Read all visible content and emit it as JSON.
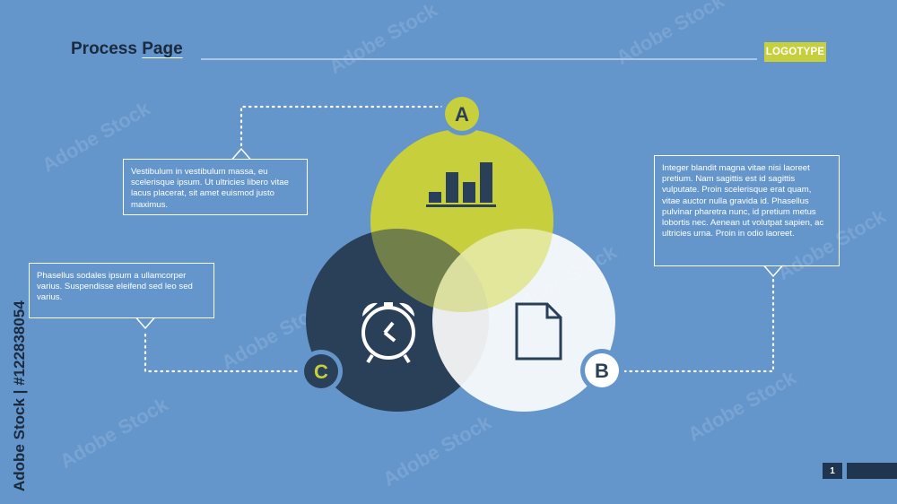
{
  "header": {
    "title_word1": "Process",
    "title_word2": "Page",
    "logotype": "LOGOTYPE"
  },
  "diagram": {
    "circle_a": {
      "label": "A",
      "color": "#c7cf3c",
      "icon": "bar-chart-icon"
    },
    "circle_b": {
      "label": "B",
      "color": "#ffffff",
      "icon": "document-icon"
    },
    "circle_c": {
      "label": "C",
      "color": "#2a3f58",
      "icon": "alarm-clock-icon"
    },
    "callout_a": "Vestibulum in vestibulum massa, eu scelerisque ipsum. Ut ultricies libero vitae lacus placerat, sit amet euismod justo maximus.",
    "callout_c": "Phasellus sodales ipsum a ullamcorper varius. Suspendisse eleifend sed leo sed varius.",
    "callout_b": "Integer blandit magna vitae nisi laoreet pretium. Nam sagittis est id sagittis vulputate. Proin scelerisque erat quam, vitae auctor nulla gravida id. Phasellus pulvinar pharetra nunc, id pretium metus lobortis nec. Aenean ut volutpat sapien, ac ultricies urna. Proin in odio laoreet."
  },
  "footer": {
    "page_number": "1"
  },
  "side_credit": "Adobe Stock | #122838054",
  "watermark_text": "Adobe Stock"
}
